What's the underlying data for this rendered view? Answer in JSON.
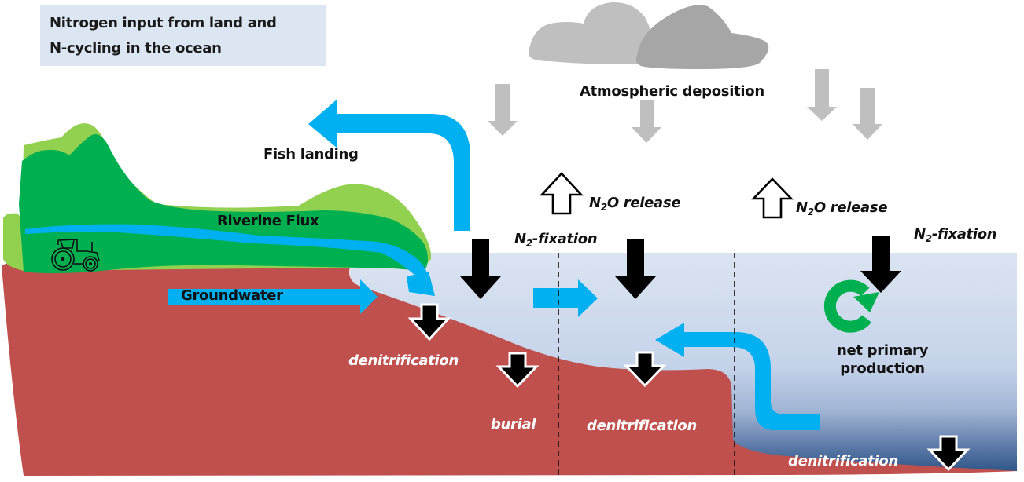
{
  "title": {
    "line1": "Nitrogen input from land and",
    "line2": "N-cycling in the ocean"
  },
  "labels": {
    "atmospheric_deposition": "Atmospheric deposition",
    "fish_landing": "Fish landing",
    "riverine_flux": "Riverine Flux",
    "groundwater": "Groundwater",
    "n2o_release_1": {
      "prefix": "N",
      "sub": "2",
      "suffix": "O release"
    },
    "n2o_release_2": {
      "prefix": "N",
      "sub": "2",
      "suffix": "O release"
    },
    "n2_fixation_1": {
      "prefix": "N",
      "sub": "2",
      "suffix": "-fixation"
    },
    "n2_fixation_2": {
      "prefix": "N",
      "sub": "2",
      "suffix": "-fixation"
    },
    "net_primary_production_line1": "net primary",
    "net_primary_production_line2": "production",
    "denitrification_coastal": "denitrification",
    "burial": "burial",
    "denitrification_shelf": "denitrification",
    "denitrification_deep": "denitrification"
  },
  "colors": {
    "title_box": "#dce6f2",
    "cloud_light": "#bfbfbf",
    "cloud_dark": "#a6a6a6",
    "deposition_arrow": "#bfbfbf",
    "flux_arrow": "#00b0f0",
    "land_dark_green": "#00b050",
    "land_light_green": "#92d050",
    "sediment": "#c0504d",
    "ocean_top": "#dce6f2",
    "ocean_mid": "#c6d4ea",
    "ocean_deep": "#1f497d",
    "npp_cycle": "#00b050",
    "black_arrow": "#000000"
  }
}
